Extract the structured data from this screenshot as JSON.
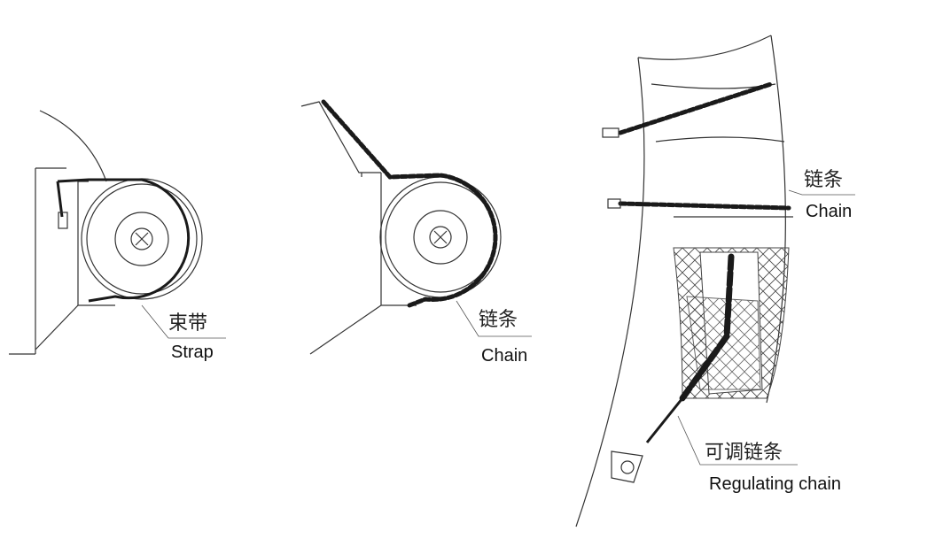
{
  "panels": [
    {
      "label_cn": "束带",
      "label_en": "Strap"
    },
    {
      "label_cn": "链条",
      "label_en": "Chain"
    },
    {
      "label_cn": "链条",
      "label_en": "Chain",
      "label2_cn": "可调链条",
      "label2_en": "Regulating chain"
    }
  ]
}
